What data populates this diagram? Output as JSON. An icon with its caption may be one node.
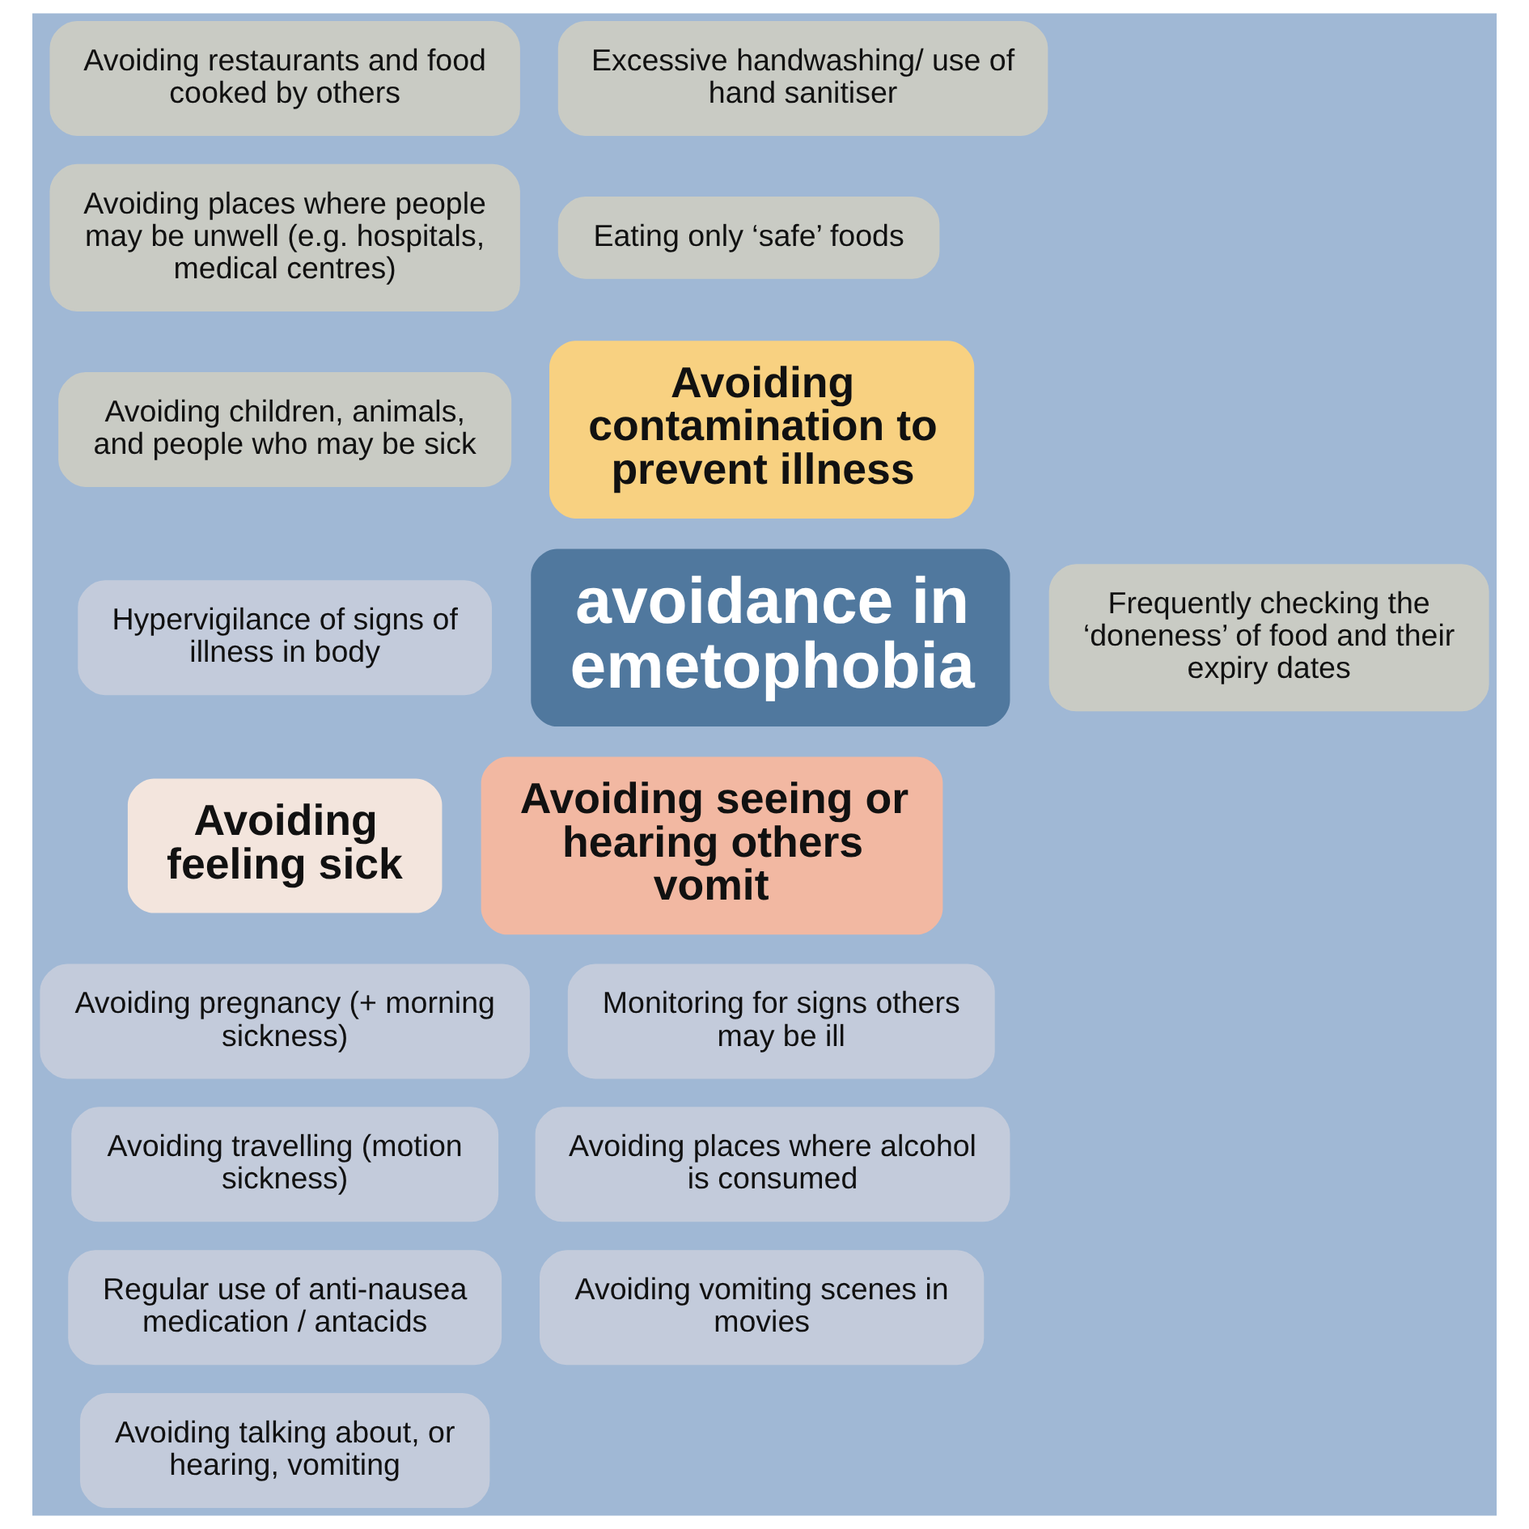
{
  "diagram": {
    "nodes": [
      {
        "text": [
          "Avoiding restaurants and food cooked by others"
        ]
      },
      {
        "text": [
          "Excessive handwashing/ use of hand sanitiser"
        ]
      },
      {
        "text": [
          "Avoiding places where people may be unwell (e.g. hospitals, medical centres)"
        ]
      },
      {
        "text": [
          "Eating only ‘safe’ foods"
        ]
      },
      {
        "text": [
          "Avoiding children, animals, and people who may be sick"
        ]
      },
      {
        "text": [
          "Avoiding contamination to prevent illness"
        ]
      },
      {
        "text": [
          "avoidance in emetophobia"
        ]
      },
      {
        "text": [
          "Frequently checking the ‘doneness’ of food and their expiry dates"
        ]
      },
      {
        "text": [
          "Hypervigilance of signs of illness in body"
        ]
      },
      {
        "text": [
          "Avoiding seeing or hearing others vomit"
        ]
      },
      {
        "text": [
          "Avoiding feeling sick"
        ]
      },
      {
        "text": [
          "Monitoring for signs others may be ill"
        ]
      },
      {
        "text": [
          "Avoiding pregnancy (+ morning sickness)"
        ]
      },
      {
        "text": [
          "Avoiding places where alcohol is consumed"
        ]
      },
      {
        "text": [
          "Avoiding vomiting scenes in movies"
        ]
      },
      {
        "text": [
          "Avoiding travelling (motion sickness)"
        ]
      },
      {
        "text": [
          "Regular use of anti-nausea medication / antacids"
        ]
      },
      {
        "text": [
          "Avoiding talking about, or hearing, vomiting"
        ]
      }
    ]
  }
}
